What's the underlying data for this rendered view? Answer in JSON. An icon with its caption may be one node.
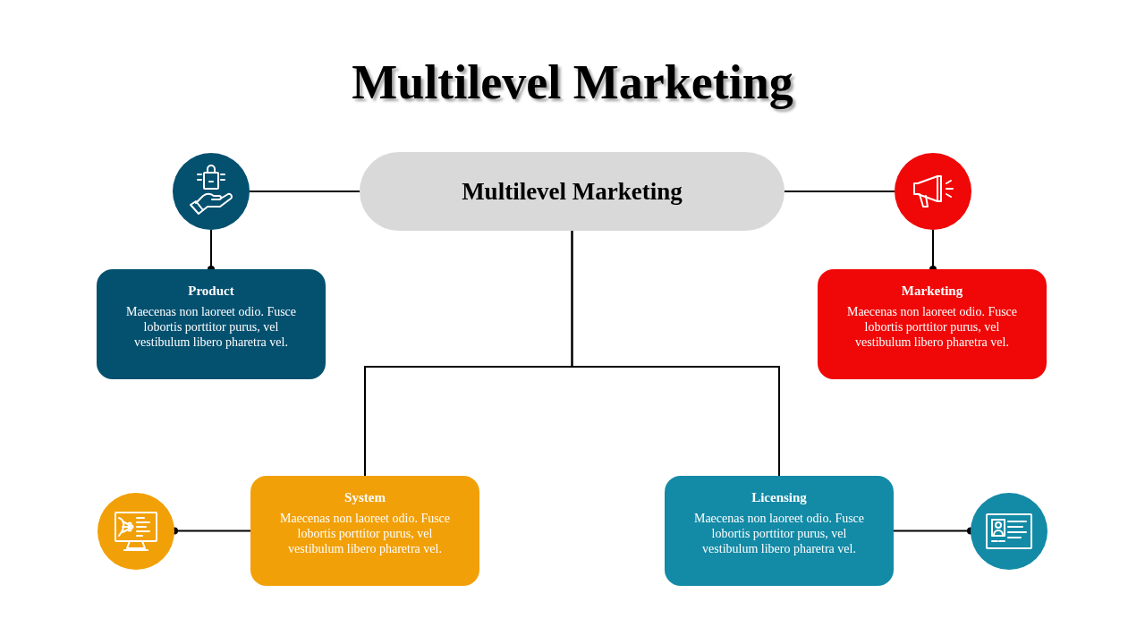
{
  "diagram": {
    "title": "Multilevel Marketing",
    "nodes": [
      {
        "text": [],
        "shape": "circle"
      },
      {
        "text": [
          "Multilevel Marketing"
        ]
      },
      {
        "text": [],
        "shape": "circle"
      },
      {
        "text": [
          "Product",
          "Maecenas non laoreet odio. Fusce lobortis porttitor purus, vel vestibulum libero pharetra vel."
        ]
      },
      {
        "text": [
          "Marketing",
          "Maecenas non laoreet odio. Fusce lobortis porttitor purus, vel vestibulum libero pharetra vel."
        ]
      },
      {
        "text": [],
        "shape": "circle"
      },
      {
        "text": [
          "System",
          "Maecenas non laoreet odio. Fusce lobortis porttitor purus, vel vestibulum libero pharetra vel."
        ]
      },
      {
        "text": [
          "Licensing",
          "Maecenas non laoreet odio. Fusce lobortis porttitor purus, vel vestibulum libero pharetra vel."
        ]
      },
      {
        "text": [],
        "shape": "circle"
      }
    ],
    "edges": [
      {
        "from": 0,
        "to": 1,
        "arrow": "none"
      },
      {
        "from": 1,
        "to": 2,
        "arrow": "none"
      },
      {
        "from": 0,
        "to": 3,
        "arrow": "other"
      },
      {
        "from": 2,
        "to": 4,
        "arrow": "other"
      },
      {
        "from": 1,
        "to": 6,
        "arrow": "none"
      },
      {
        "from": 1,
        "to": 7,
        "arrow": "none"
      },
      {
        "from": 6,
        "to": 5,
        "arrow": "other"
      },
      {
        "from": 7,
        "to": 8,
        "arrow": "other"
      }
    ]
  }
}
